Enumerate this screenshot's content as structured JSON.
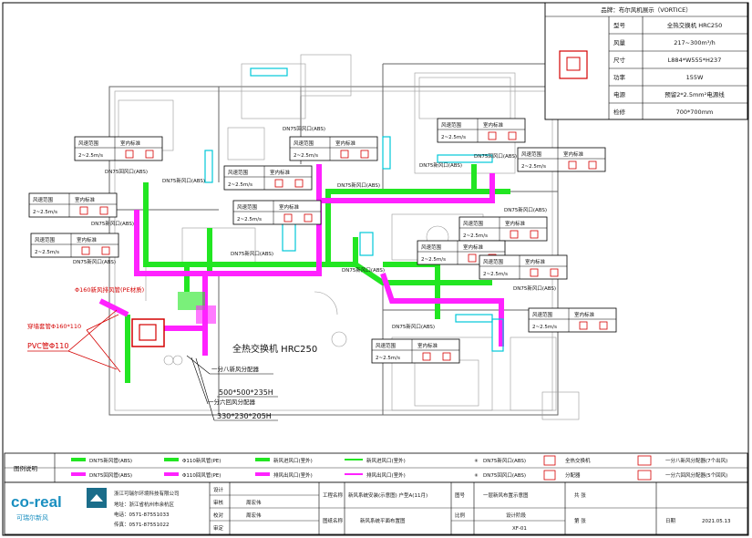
{
  "spec_table": {
    "header": "品牌：布尔风机展示（VORTICE）",
    "rows": [
      {
        "label": "型号",
        "value": "全热交换机  HRC250"
      },
      {
        "label": "风量",
        "value": "217~300m³/h"
      },
      {
        "label": "尺寸",
        "value": "L884*W555*H237"
      },
      {
        "label": "功率",
        "value": "155W"
      },
      {
        "label": "电源",
        "value": "预留2*2.5mm²电源线"
      },
      {
        "label": "检修",
        "value": "700*700mm"
      }
    ]
  },
  "vent_boxes": [
    {
      "title_a": "风速范围",
      "title_b": "室内标准",
      "speed": "2~2.5m/s"
    },
    {
      "title_a": "风速范围",
      "title_b": "室内标准",
      "speed": "2~2.5m/s"
    },
    {
      "title_a": "风速范围",
      "title_b": "室内标准",
      "speed": "2~2.5m/s"
    },
    {
      "title_a": "风速范围",
      "title_b": "室内标准",
      "speed": "2~2.5m/s"
    },
    {
      "title_a": "风速范围",
      "title_b": "室内标准",
      "speed": "2~2.5m/s"
    },
    {
      "title_a": "风速范围",
      "title_b": "室内标准",
      "speed": "2~2.5m/s"
    },
    {
      "title_a": "风速范围",
      "title_b": "室内标准",
      "speed": "2~2.5m/s"
    },
    {
      "title_a": "风速范围",
      "title_b": "室内标准",
      "speed": "2~2.5m/s"
    },
    {
      "title_a": "风速范围",
      "title_b": "室内标准",
      "speed": "2~2.5m/s"
    },
    {
      "title_a": "风速范围",
      "title_b": "室内标准",
      "speed": "2~2.5m/s"
    },
    {
      "title_a": "风速范围",
      "title_b": "室内标准",
      "speed": "2~2.5m/s"
    },
    {
      "title_a": "风速范围",
      "title_b": "室内标准",
      "speed": "2~2.5m/s"
    },
    {
      "title_a": "风速范围",
      "title_b": "室内标准",
      "speed": "2~2.5m/s"
    }
  ],
  "duct_labels": {
    "dn75": "DN75新风口(ABS)",
    "dn75b": "DN75回风口(ABS)"
  },
  "annotations": {
    "unit_label": "全热交换机  HRC250",
    "splitter_1": "一分八新风分配器",
    "splitter_1_size": "500*500*235H",
    "splitter_2": "一分六回风分配器",
    "splitter_2_size": "330*230*205H",
    "outlet_label": "Φ160新风排风管(PE材质)",
    "wall_pipe": "穿墙套管Φ160*110",
    "pvc_pipe": "PVC管Φ110"
  },
  "legend": {
    "side_label": "图例说明",
    "items": [
      {
        "text": "DN75新风管(ABS)"
      },
      {
        "text": "DN75回风管(ABS)"
      },
      {
        "text": "Φ110新风管(PE)"
      },
      {
        "text": "Φ110回风管(PE)"
      },
      {
        "text": "新风进风口(室外)"
      },
      {
        "text": "排风出风口(室外)"
      },
      {
        "text": "DN75新风口(ABS)"
      },
      {
        "text": "DN75回风口(ABS)"
      },
      {
        "text": "全热交换机"
      },
      {
        "text": "分配器"
      },
      {
        "text": "一分八新风分配器(7个出风)"
      },
      {
        "text": "一分六回风分配器(5个回风)"
      }
    ]
  },
  "title_block": {
    "logo": "co-real",
    "logo_cn": "可瑞尔新风",
    "company": "浙江可瑞尔环境科技有限公司",
    "addr1": "地址：浙江省杭州市余杭区",
    "addr2": "电话：0571-87551033",
    "addr3": "传真：0571-87551022",
    "col_a1": "设计",
    "col_a2": "审核",
    "col_a3": "校对",
    "col_a4": "审定",
    "name1": "周宏伟",
    "name2": "周宏伟",
    "project_label": "工程名称",
    "project_name": "新风系统安装(示意图) 户型A(11月)",
    "drawing_label": "图纸名称",
    "drawing_name": "新风系统平面布置图",
    "drawing_no_label": "图号",
    "drawing_no": "一层新风布置示意图",
    "scale_label": "比例",
    "scale": "XF-01",
    "sheet_label": "设计阶段",
    "date_label": "日期",
    "date": "2021.05.13",
    "page": "共 张",
    "page2": "第 张"
  },
  "colors": {
    "fresh": "#22e622",
    "return": "#ff22ff",
    "cyan": "#00c8d8",
    "red": "#d40000"
  }
}
